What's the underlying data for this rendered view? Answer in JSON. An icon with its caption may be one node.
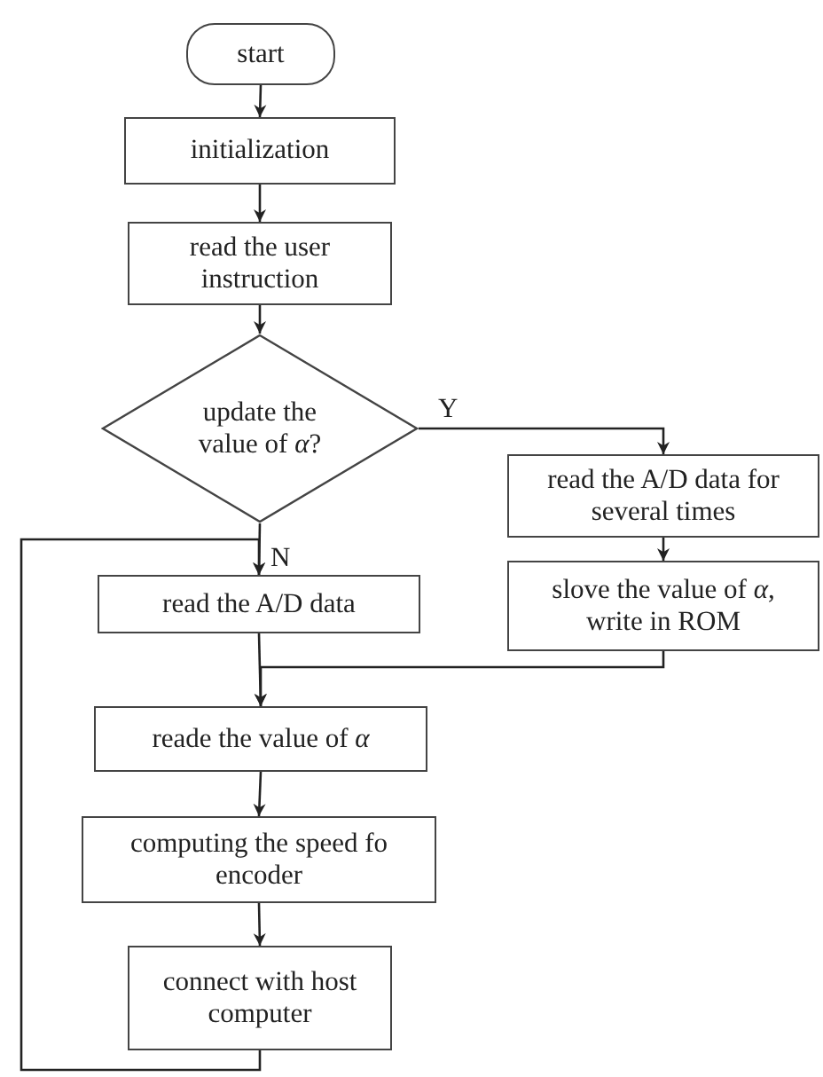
{
  "diagram": {
    "nodes": [
      {
        "text": [
          "start"
        ]
      },
      {
        "text": [
          "initialization"
        ]
      },
      {
        "text": [
          "read the user instruction"
        ]
      },
      {
        "text": [
          "update the value of *α*?"
        ]
      },
      {
        "text": [
          "read the A/D data for several times"
        ]
      },
      {
        "text": [
          "slove the value of *α*, write in ROM"
        ]
      },
      {
        "text": [
          "read the A/D data"
        ]
      },
      {
        "text": [
          "reade the value of *α*"
        ]
      },
      {
        "text": [
          "computing the speed fo encoder"
        ]
      },
      {
        "text": [
          "connect with host computer"
        ]
      }
    ],
    "edges": [
      {
        "from": 0,
        "to": 1,
        "arrow": "to"
      },
      {
        "from": 1,
        "to": 2,
        "arrow": "to"
      },
      {
        "from": 2,
        "to": 3,
        "arrow": "to"
      },
      {
        "from": 3,
        "to": 4,
        "arrow": "to",
        "label": "Y"
      },
      {
        "from": 3,
        "to": 6,
        "arrow": "to",
        "label": "N"
      },
      {
        "from": 4,
        "to": 5,
        "arrow": "to"
      },
      {
        "from": 5,
        "to": 7,
        "arrow": "to"
      },
      {
        "from": 6,
        "to": 7,
        "arrow": "to"
      },
      {
        "from": 7,
        "to": 8,
        "arrow": "to"
      },
      {
        "from": 8,
        "to": 9,
        "arrow": "to"
      },
      {
        "from": 9,
        "to": 6,
        "arrow": "to"
      }
    ]
  }
}
